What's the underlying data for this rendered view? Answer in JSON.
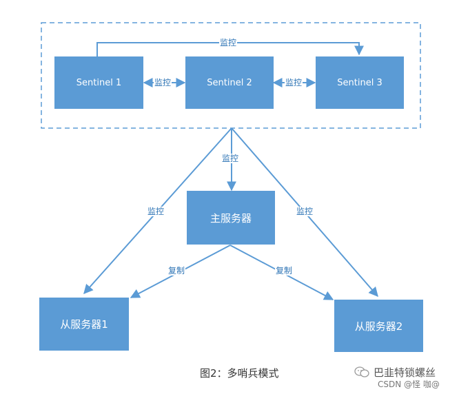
{
  "sentinels": [
    "Sentinel 1",
    "Sentinel 2",
    "Sentinel 3"
  ],
  "master": "主服务器",
  "slaves": [
    "从服务器1",
    "从服务器2"
  ],
  "edge_labels": {
    "monitor": "监控",
    "replicate": "复制"
  },
  "caption": "图2：多哨兵模式",
  "watermark": {
    "title": "巴韭特锁螺丝",
    "sub": "CSDN @怪 咖@"
  },
  "colors": {
    "box_fill": "#5b9bd5",
    "line": "#5b9bd5",
    "label_text": "#2e74b5",
    "dashed_border": "#5b9bd5"
  }
}
